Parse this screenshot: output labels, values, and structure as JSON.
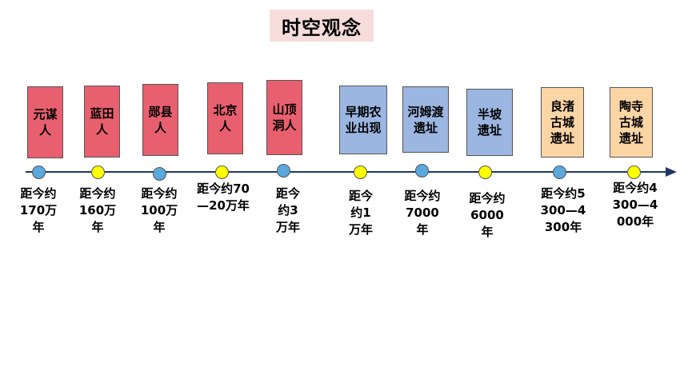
{
  "title": "时空观念",
  "events": [
    {
      "label": "元谋人",
      "date": "距今约170万年"
    },
    {
      "label": "蓝田人",
      "date": "距今约160万年"
    },
    {
      "label": "郧县人",
      "date": "距今约100万年"
    },
    {
      "label": "北京人",
      "date": "距今约70—20万年"
    },
    {
      "label": "山顶洞人",
      "date": "距今约3万年"
    },
    {
      "label": "早期农业出现",
      "date": "距今约1万年"
    },
    {
      "label": "河姆渡遗址",
      "date": "距今约7000年"
    },
    {
      "label": "半坡遗址",
      "date": "距今约6000年"
    },
    {
      "label": "良渚古城遗址",
      "date": "距今约5300—4300年"
    },
    {
      "label": "陶寺古城遗址",
      "date": "距今约4300—4000年"
    }
  ],
  "colors": {
    "ancient_human": "#e8606f",
    "neolithic": "#9bb6e0",
    "city": "#fbd5a4",
    "dot_blue": "#5aa8dc",
    "dot_yellow": "#ffff00"
  }
}
